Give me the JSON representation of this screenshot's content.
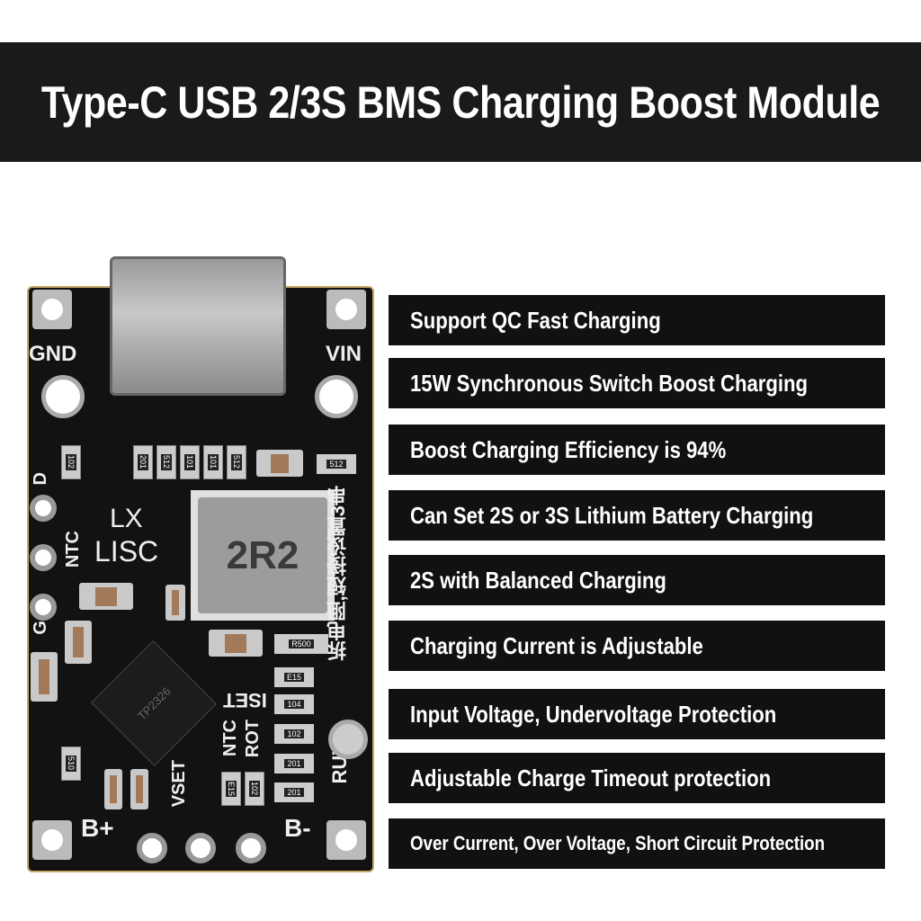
{
  "title": "Type-C USB 2/3S BMS Charging Boost Module",
  "features": [
    "Support QC Fast Charging",
    "15W Synchronous Switch Boost Charging",
    "Boost Charging Efficiency is 94%",
    "Can Set 2S or 3S Lithium Battery Charging",
    "2S with Balanced Charging",
    "Charging Current is Adjustable",
    "Input Voltage, Undervoltage Protection",
    "Adjustable Charge Timeout protection",
    "Over Current, Over Voltage, Short Circuit Protection"
  ],
  "pcb": {
    "gnd": "GND",
    "vin": "VIN",
    "d": "D",
    "ntc": "NTC",
    "g": "G",
    "lx": "LX",
    "lisc": "LISC",
    "inductor": "2R2",
    "chip": "TP2326",
    "iset": "ISET",
    "ntc2": "NTC",
    "rot": "ROT",
    "vset": "VSET",
    "bplus": "B+",
    "bminus": "B-",
    "ruv": "RUV",
    "chinese": "拆电阻,短接设置3串",
    "codes": [
      "102",
      "201",
      "512",
      "101",
      "101",
      "512",
      "512",
      "R500",
      "E15",
      "104",
      "102",
      "201",
      "201",
      "510",
      "E15",
      "102"
    ]
  }
}
